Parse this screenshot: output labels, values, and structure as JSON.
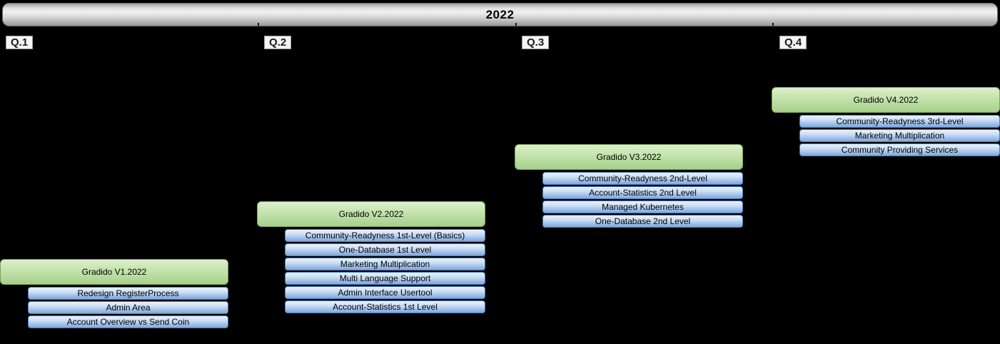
{
  "year": {
    "title": "2022"
  },
  "colors": {
    "background": "#000000",
    "year_bar_gray": "#c7c7c7",
    "release_green": "#a7d08c",
    "release_green_border": "#7da35a",
    "feature_blue": "#7ea8dc",
    "feature_blue_border": "#4d7ab8"
  },
  "quarters": [
    {
      "label": "Q.1",
      "title": "Gradido V1.2022",
      "items": [
        "Redesign RegisterProcess",
        "Admin Area",
        "Account Overview vs Send Coin"
      ]
    },
    {
      "label": "Q.2",
      "title": "Gradido V2.2022",
      "items": [
        "Community-Readyness 1st-Level (Basics)",
        "One-Database 1st Level",
        "Marketing Multiplication",
        "Multi Language Support",
        "Admin Interface Usertool",
        "Account-Statistics 1st Level"
      ]
    },
    {
      "label": "Q.3",
      "title": "Gradido V3.2022",
      "items": [
        "Community-Readyness 2nd-Level",
        "Account-Statistics 2nd Level",
        "Managed Kubernetes",
        "One-Database 2nd Level"
      ]
    },
    {
      "label": "Q.4",
      "title": "Gradido V4.2022",
      "items": [
        "Community-Readyness 3rd-Level",
        "Marketing Multiplication",
        "Community Providing Services"
      ]
    }
  ]
}
